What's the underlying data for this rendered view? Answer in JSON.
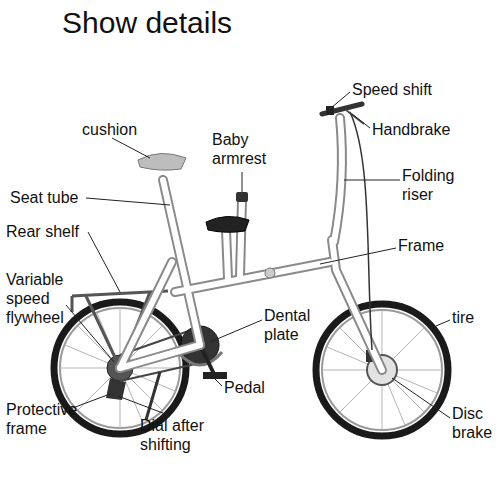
{
  "diagram": {
    "title": "Show details",
    "labels": [
      "Speed shift",
      "Handbrake",
      "cushion",
      "Baby armrest",
      "Folding riser",
      "Seat tube",
      "Rear shelf",
      "Frame",
      "Variable speed flywheel",
      "Dental plate",
      "tire",
      "Pedal",
      "Protective frame",
      "Disc brake",
      "Dial after shifting"
    ]
  }
}
